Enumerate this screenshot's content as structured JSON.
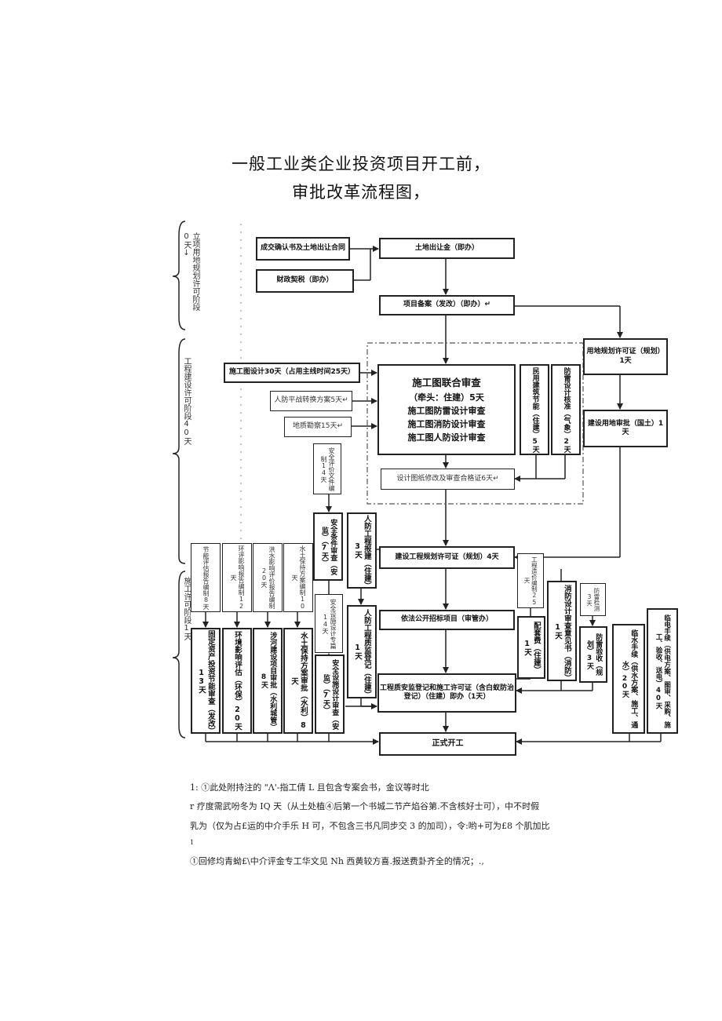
{
  "title_line1": "一般工业类企业投资项目开工前，",
  "title_line2": "审批改革流程图，",
  "phases": {
    "p1": "立项用地规划许可阶段0天↓",
    "p2": "工程建设许可阶段40天",
    "p3": "施工许可阶段1天"
  },
  "boxes": {
    "b01": "成交确认书及土地出让合同",
    "b02": "土地出让金（即办）",
    "b03": "财政契税（即办）",
    "b04": "项目备案（发改）（即办）↵",
    "b05": "用地规划许可证（规划）1天",
    "b06": "建设用地审批（国土）1天",
    "b07": "施工图设计30天（占用主线时间25天）",
    "b08": "人防平战转换方案5天↵",
    "b09": "地质勘察15天↵",
    "b10_line1": "施工图联合审查",
    "b10_line2": "（牵头：住建）5天",
    "b10_line3": "施工图防雷设计审查",
    "b10_line4": "施工图消防设计审查",
    "b10_line5": "施工图人防设计审查",
    "b11": "民用建筑节能（住建）5天",
    "b12": "防雷设计核准（气象）2天",
    "b13": "设计图纸修改及审查合格证6天↵",
    "b14": "安全评价文件编制14天",
    "b15": "安全条件审查（安监）（7天）",
    "b16": "人防工程报建（住建）3天",
    "b17": "建设工程规划许可证（规划）4天",
    "b18": "工程造价编制25天",
    "b19": "消防设计审查意见书（消防）1天",
    "b20": "防雷检测3天",
    "b21": "依法公开招标项目（审管办）",
    "b22": "配套费（住建）1天",
    "b23": "防雷验收（规划）3天",
    "b24": "节能评估报告编制8天",
    "b25": "环评影响报告编制12天",
    "b26": "洪水影响评价报告编制20天",
    "b27": "水土保持方案编制10天",
    "b28": "安全设施设计专篇14天",
    "b29": "人防工程质监登记（住建）1天",
    "b30": "固定资产投资节能审查（发改）13天",
    "b31": "环境影响评估（环保）20天",
    "b32": "涉河建设项目审批（水利城管）8天",
    "b33": "水土保持方案审批（水利）8天",
    "b34": "安全设施设计审查（安监）（7天）",
    "b35": "工程质安监登记和施工许可证（含白蚁防治登记）（住建）即办（1天）",
    "b36": "临水手续（供水方案、施工、通水）20天",
    "b37": "临电手续（供电方案、图审、采购、施工、验收、送电）40天",
    "b38": "正式开工"
  },
  "notes": {
    "n1": "1: ①此处附持注的 \"Λ'-指工倩 L 且包含专案会书，金议等时北",
    "n2": "r 疗度需武吩冬为 IQ 天（从土处植④后第一个书城二节产焰谷第.不含核好士可），中不时假",
    "n3": "乳为（仅为占£运的中介手乐 H 可，不包含三书凡同步交 3 的加司），令:哟+可为£8 个肌加比",
    "n4": "1",
    "n5": "①回修均青蚴£\\中介评金专工华文见 Nh 西黄较方喜.报送费卦齐全的情况；.,"
  },
  "colors": {
    "line": "#222222",
    "dash": "#555555",
    "text": "#111111"
  }
}
